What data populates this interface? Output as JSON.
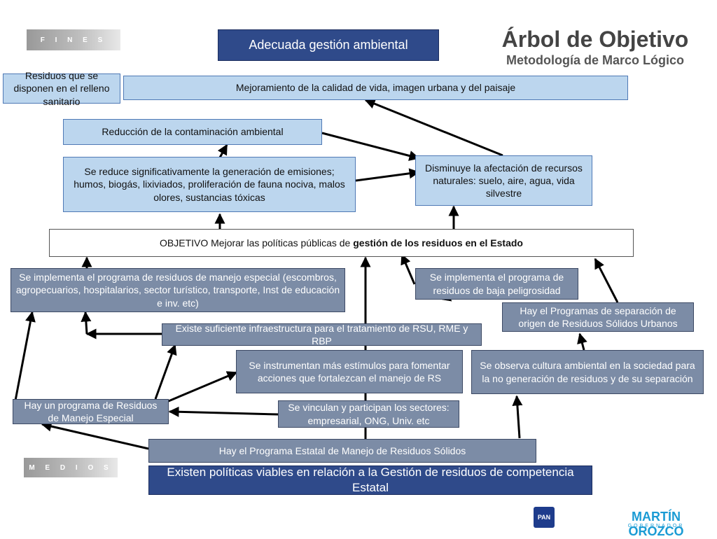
{
  "header": {
    "title": "Árbol de Objetivo",
    "subtitle": "Metodología de Marco Lógico",
    "fines_label": "F I N E S",
    "medios_label": "M E D I O S"
  },
  "nodes": {
    "fin_top": "Adecuada gestión ambiental",
    "residuos_relleno": "Residuos que se disponen en el relleno sanitario",
    "mejoramiento": "Mejoramiento de la calidad de vida, imagen urbana y del paisaje",
    "reduccion": "Reducción de la contaminación ambiental",
    "emisiones": "Se reduce significativamente la generación de emisiones; humos, biogás, lixiviados, proliferación de fauna nociva, malos olores, sustancias tóxicas",
    "disminuye": "Disminuye la afectación de recursos naturales: suelo, aire, agua, vida silvestre",
    "objetivo_prefix": "OBJETIVO Mejorar las políticas públicas de ",
    "objetivo_bold": "gestión de los residuos en el Estado",
    "manejo_especial_prog": "Se implementa el programa  de residuos de manejo especial (escombros, agropecuarios, hospitalarios, sector turístico, transporte, Inst de educación e inv. etc)",
    "baja_peligrosidad": "Se implementa el programa  de residuos de baja peligrosidad",
    "separacion_origen": "Hay el  Programas de separación de origen de Residuos Sólidos Urbanos",
    "infraestructura": "Existe suficiente infraestructura  para el tratamiento de RSU, RME y RBP",
    "estimulos": "Se instrumentan  más estímulos para fomentar acciones que fortalezcan el manejo de RS",
    "cultura": "Se observa cultura ambiental en la sociedad para la no generación de residuos y de su separación",
    "programa_rme": "Hay un programa de Residuos de Manejo Especial",
    "sectores": "Se vinculan y participan los sectores: empresarial, ONG, Univ. etc",
    "programa_estatal": "Hay el  Programa Estatal de Manejo de Residuos Sólidos",
    "politicas": "Existen políticas viables en relación a la Gestión de residuos de competencia Estatal"
  },
  "footer": {
    "party_logo_text": "PAN",
    "brand_name": "MARTÍN OROZCO",
    "brand_role": "GOBERNADOR"
  },
  "colors": {
    "dark_box": "#2f4a8a",
    "light_box": "#bcd6ee",
    "gray_box": "#7c8ca6",
    "brand": "#1a9bd4"
  }
}
